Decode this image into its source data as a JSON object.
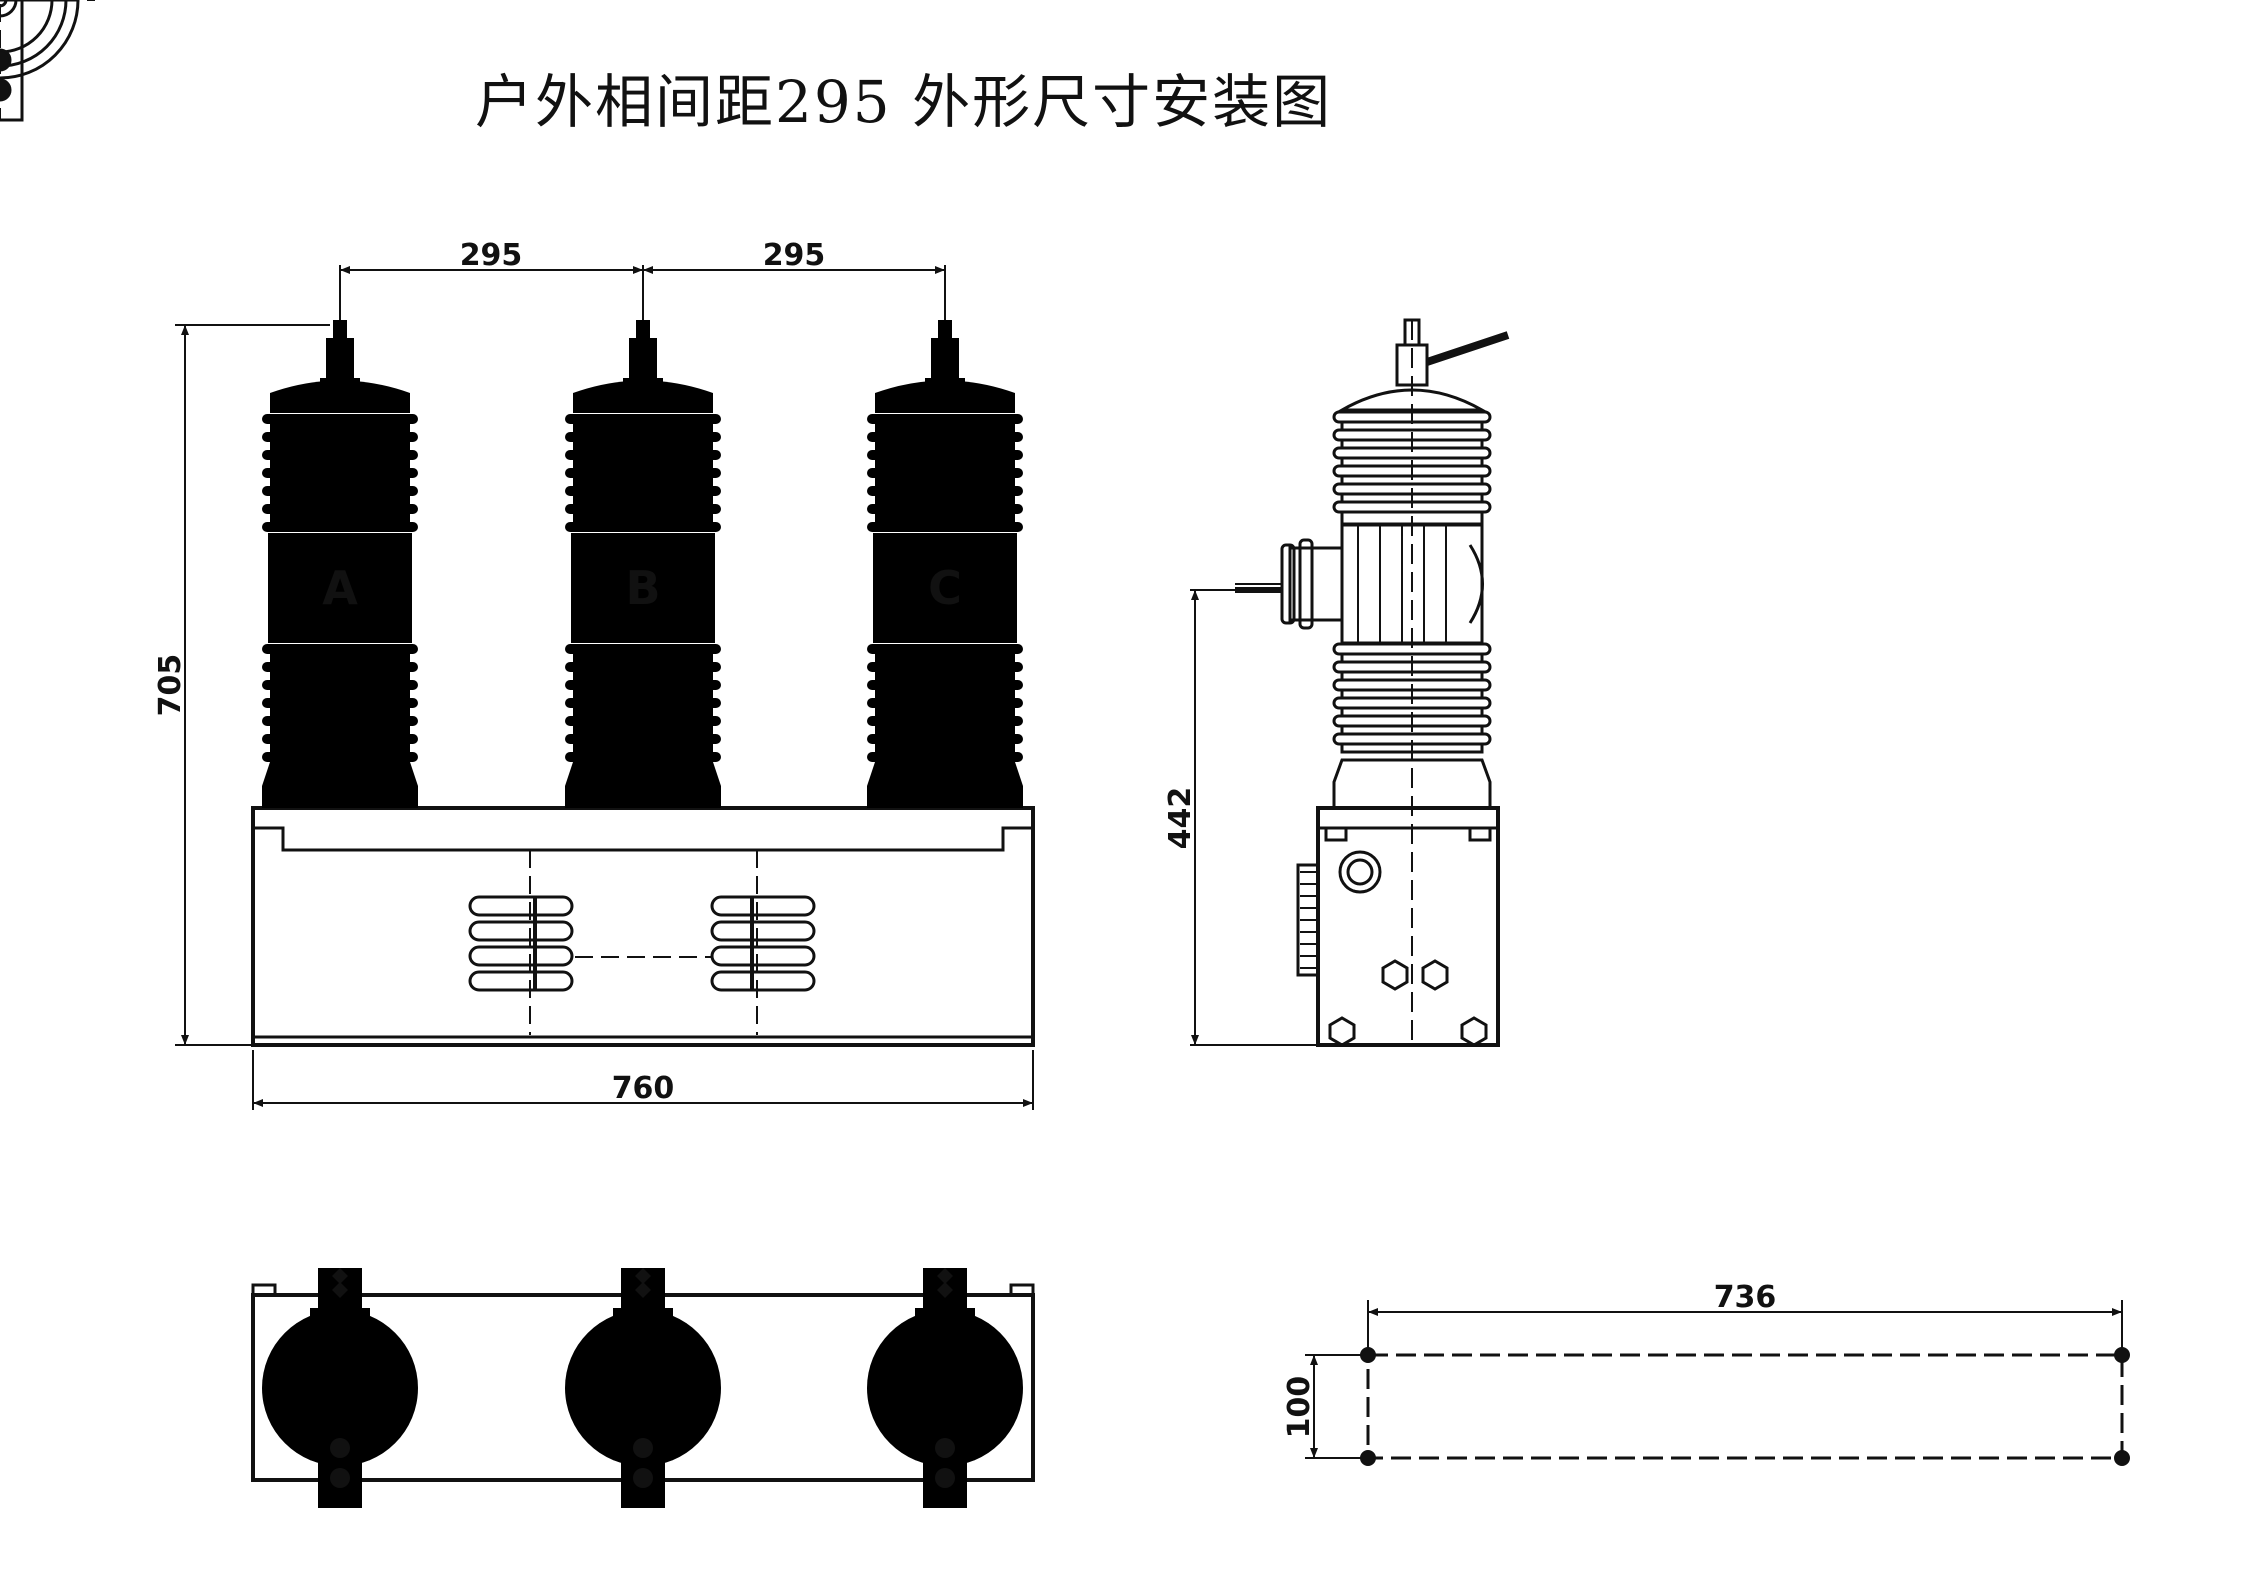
{
  "title": "户外相间距295 外形尺寸安装图",
  "phases": [
    "A",
    "B",
    "C"
  ],
  "dimensions": {
    "phase_spacing_1": "295",
    "phase_spacing_2": "295",
    "height": "705",
    "width": "760",
    "side_height": "442",
    "mount_width": "736",
    "mount_depth": "100"
  },
  "colors": {
    "line": "#111111",
    "background": "#ffffff"
  }
}
